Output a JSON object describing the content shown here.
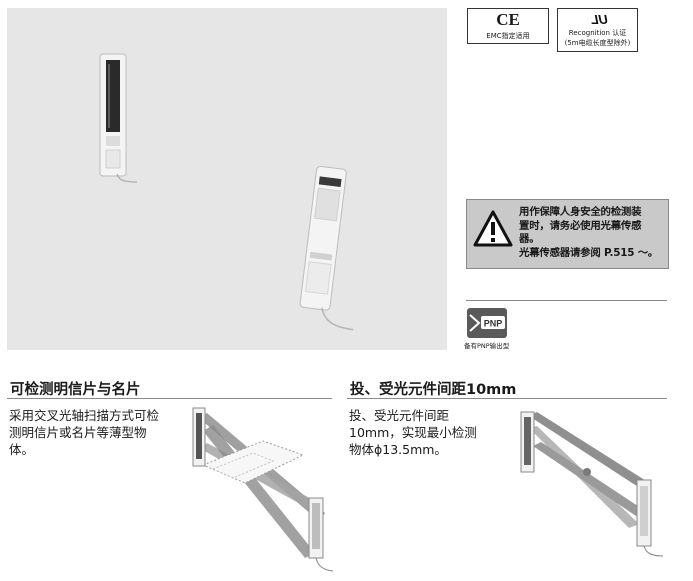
{
  "certs": {
    "ce_mark": "CE",
    "ce_caption": "EMC指定适用",
    "ul_mark": "UL",
    "ul_caption_line1": "Recognition 认证",
    "ul_caption_line2": "(5m电缆长度型除外)"
  },
  "warning": {
    "line1": "用作保障人身安全的检测装",
    "line2": "置时，请务必使用光幕传感",
    "line3": "器。",
    "line4": "光幕传感器请参阅 P.515 ～。"
  },
  "pnp": {
    "badge": "PNP",
    "caption": "备有PNP输出型"
  },
  "section_left": {
    "title": "可检测明信片与名片",
    "body": "采用交叉光轴扫描方式可检测明信片或名片等薄型物体。"
  },
  "section_right": {
    "title": "投、受光元件间距10mm",
    "body": "投、受光元件间距10mm，实现最小检测物体ϕ13.5mm。"
  },
  "colors": {
    "photo_bg": "#e6e6e6",
    "warning_bg": "#c9c9c9",
    "beam": "#8f8f8f",
    "sensor_body": "#f2f2f2"
  }
}
